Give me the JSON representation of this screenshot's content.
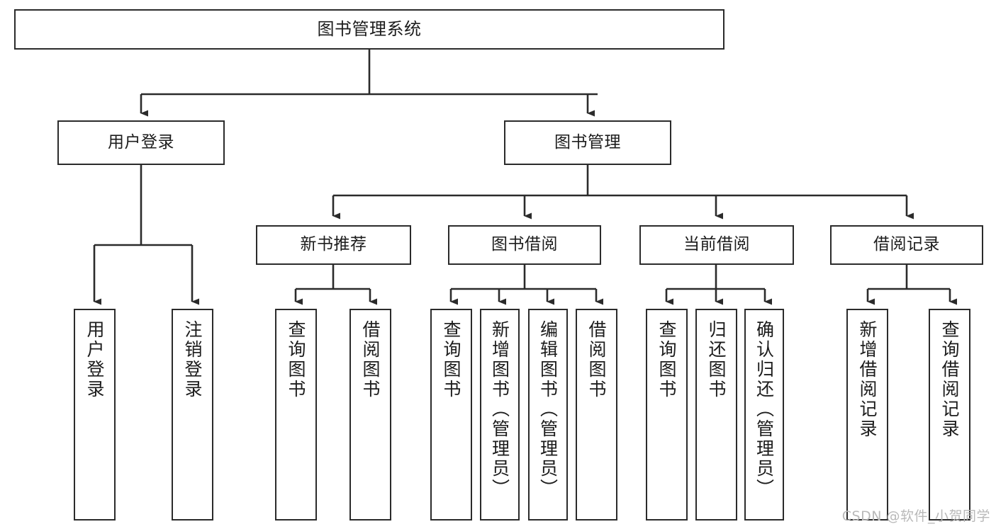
{
  "diagram": {
    "title": "图书管理系统",
    "type": "tree-hierarchy-chart",
    "watermark": "CSDN @软件_小贺同学",
    "colors": {
      "box_border": "#2b2b2b",
      "box_fill": "#ffffff",
      "connector": "#2b2b2b",
      "text": "#1c1c1c",
      "watermark": "#b9b9b9",
      "background": "#ffffff"
    },
    "levels": {
      "root": {
        "label": "图书管理系统"
      },
      "level1": [
        {
          "label": "用户登录"
        },
        {
          "label": "图书管理"
        }
      ],
      "level2": [
        {
          "label": "新书推荐"
        },
        {
          "label": "图书借阅"
        },
        {
          "label": "当前借阅"
        },
        {
          "label": "借阅记录"
        }
      ],
      "leaves": {
        "user_login": [
          {
            "label": "用户登录"
          },
          {
            "label": "注销登录"
          }
        ],
        "new_book_recommend": [
          {
            "label": "查询图书"
          },
          {
            "label": "借阅图书"
          }
        ],
        "book_borrow": [
          {
            "label": "查询图书"
          },
          {
            "label": "新增图书（管理员）"
          },
          {
            "label": "编辑图书（管理员）"
          },
          {
            "label": "借阅图书"
          }
        ],
        "current_borrow": [
          {
            "label": "查询图书"
          },
          {
            "label": "归还图书"
          },
          {
            "label": "确认归还（管理员）"
          }
        ],
        "borrow_record": [
          {
            "label": "新增借阅记录"
          },
          {
            "label": "查询借阅记录"
          }
        ]
      }
    }
  }
}
